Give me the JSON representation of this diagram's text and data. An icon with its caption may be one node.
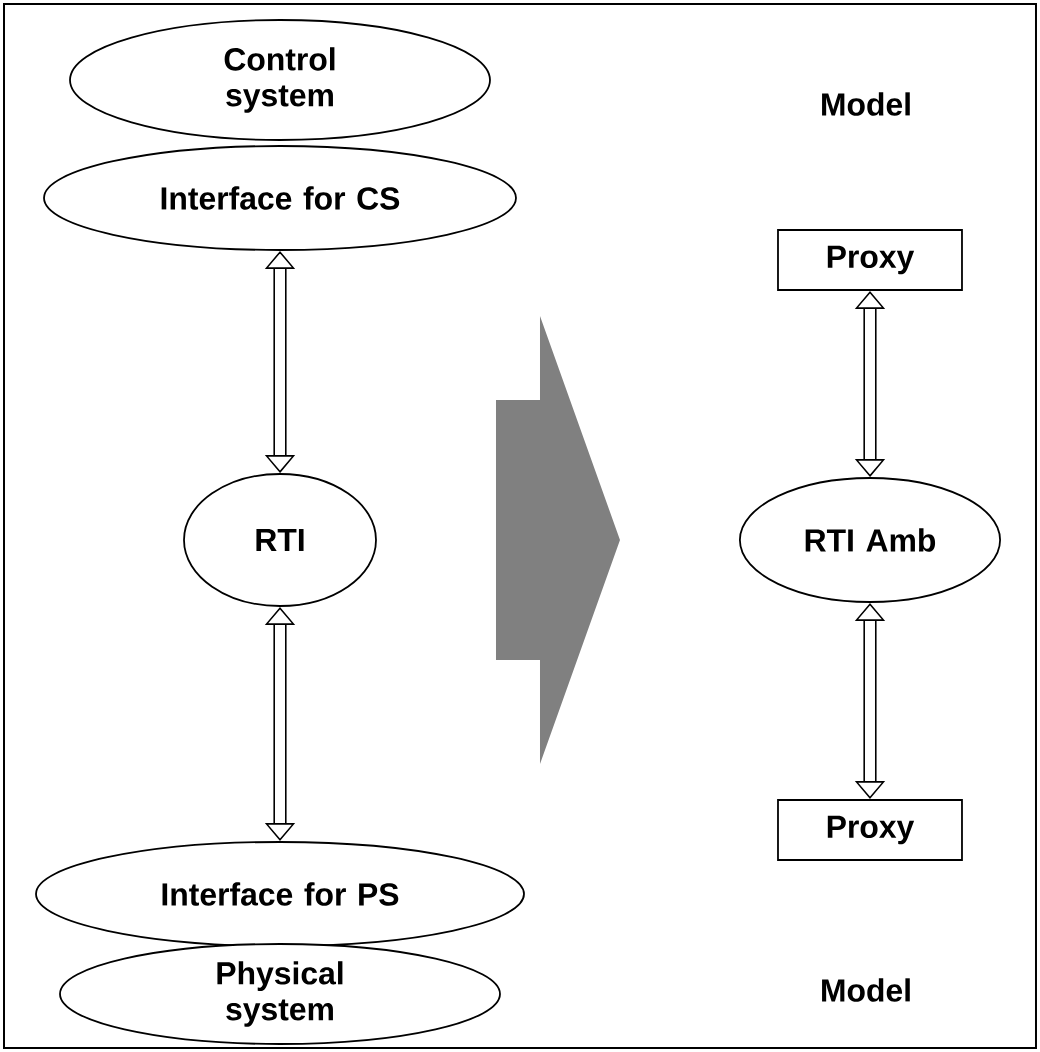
{
  "diagram": {
    "nodes": [
      {
        "text": [
          "Control system"
        ]
      },
      {
        "text": [
          "Interface for CS"
        ]
      },
      {
        "text": [
          "RTI"
        ]
      },
      {
        "text": [
          "Interface for PS"
        ]
      },
      {
        "text": [
          "Physical system"
        ]
      },
      {
        "text": [
          "Proxy"
        ]
      },
      {
        "text": [
          "RTI Amb"
        ]
      },
      {
        "text": [
          "Proxy"
        ]
      }
    ],
    "edges": [
      {
        "from": 1,
        "to": 2,
        "arrow": "both"
      },
      {
        "from": 2,
        "to": 3,
        "arrow": "both"
      },
      {
        "from": 5,
        "to": 6,
        "arrow": "both"
      },
      {
        "from": 6,
        "to": 7,
        "arrow": "both"
      }
    ],
    "labels": [
      "Model",
      "Model"
    ]
  }
}
